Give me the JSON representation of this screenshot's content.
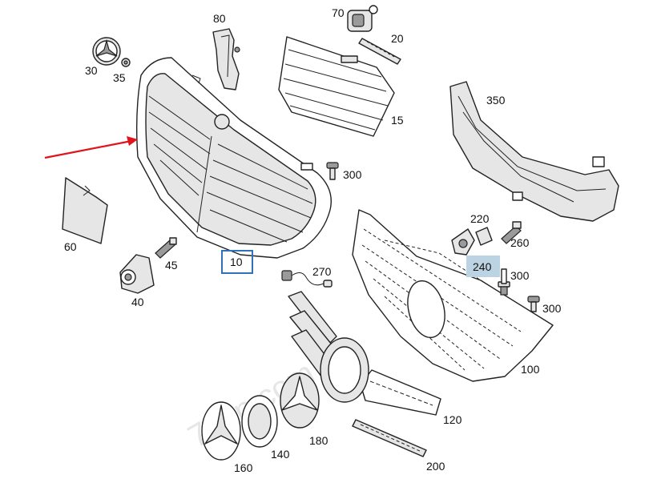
{
  "diagram": {
    "labels": {
      "p10": "10",
      "p15": "15",
      "p20": "20",
      "p30": "30",
      "p35": "35",
      "p40": "40",
      "p45": "45",
      "p60": "60",
      "p70": "70",
      "p80": "80",
      "p100": "100",
      "p120": "120",
      "p140": "140",
      "p160": "160",
      "p180": "180",
      "p200": "200",
      "p220": "220",
      "p240": "240",
      "p260": "260",
      "p270": "270",
      "p300a": "300",
      "p300b": "300",
      "p300c": "300",
      "p350": "350"
    },
    "watermark": "7zap.com",
    "colors": {
      "arrow": "#e0141b",
      "box": "#2e72b8",
      "highlight": "#bcd3e3"
    }
  }
}
